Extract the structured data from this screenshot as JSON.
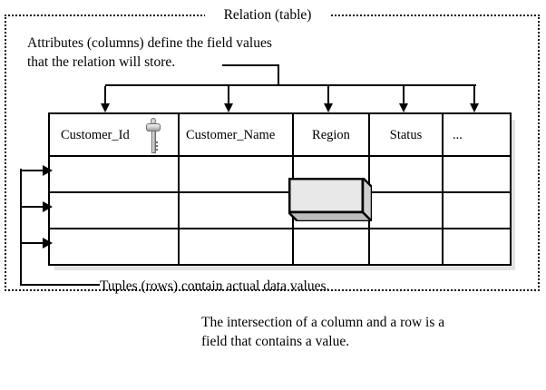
{
  "diagram": {
    "title": "Relation (table)",
    "annotations": {
      "attributes_note": "Attributes (columns) define the field values\nthat the relation will store.",
      "tuples_note": "Tuples (rows) contain actual data values.",
      "field_note": "The intersection of a column and a row is a\nfield that contains a value."
    },
    "icons": {
      "primary_key": "key-icon"
    },
    "colors": {
      "outline": "#000000",
      "field_front": "#e8e8e8",
      "field_side": "#cfcfcf",
      "field_bottom": "#bdbdbd",
      "table_shadow": "#e3e3e3",
      "background": "#ffffff"
    }
  },
  "table": {
    "columns": [
      {
        "label": "Customer_Id",
        "has_key_icon": true,
        "align": "left"
      },
      {
        "label": "Customer_Name",
        "has_key_icon": false,
        "align": "left"
      },
      {
        "label": "Region",
        "has_key_icon": false,
        "align": "center"
      },
      {
        "label": "Status",
        "has_key_icon": false,
        "align": "center"
      },
      {
        "label": "...",
        "has_key_icon": false,
        "align": "left"
      }
    ],
    "rows": [
      {
        "cells": [
          "",
          "",
          "",
          "",
          ""
        ]
      },
      {
        "cells": [
          "",
          "",
          "",
          "",
          ""
        ]
      },
      {
        "cells": [
          "",
          "",
          "",
          "",
          ""
        ]
      }
    ],
    "highlighted_field": {
      "row": 2,
      "column": "Region"
    }
  }
}
